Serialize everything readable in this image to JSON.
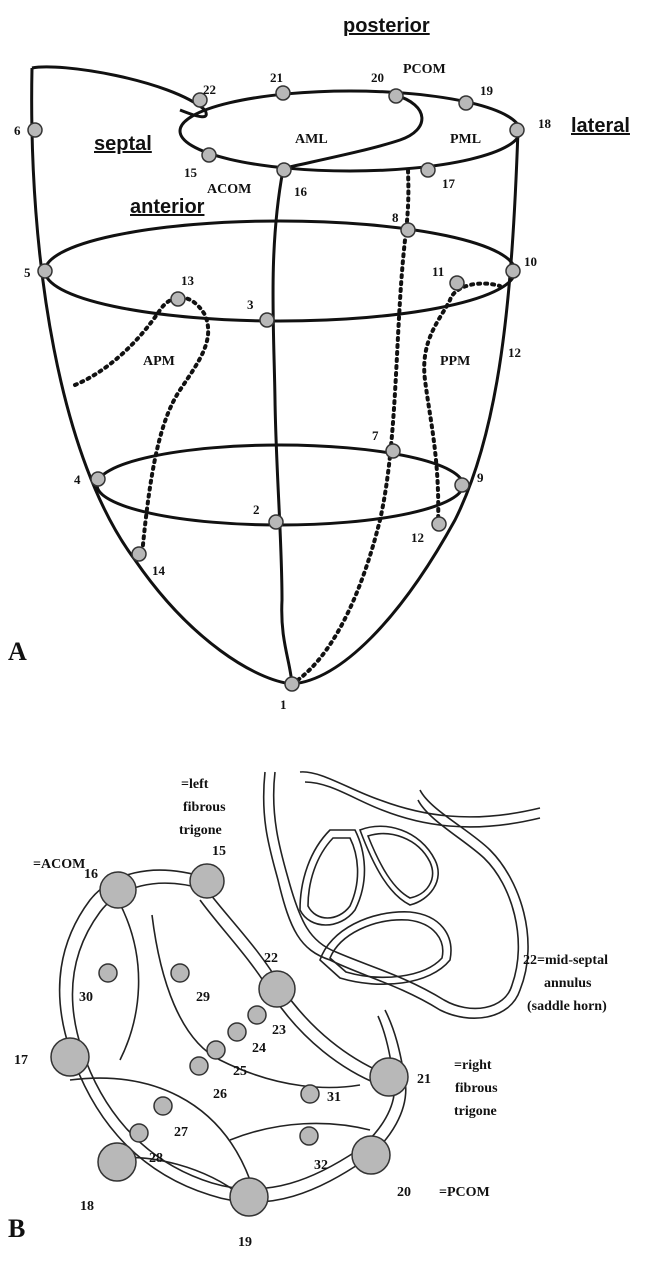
{
  "panel_a": {
    "panel_label": "A",
    "directions": {
      "posterior": "posterior",
      "lateral": "lateral",
      "septal": "septal",
      "anterior": "anterior"
    },
    "structures": {
      "aml": "AML",
      "pml": "PML",
      "pcom": "PCOM",
      "acom": "ACOM",
      "apm": "APM",
      "ppm": "PPM"
    },
    "markers": [
      "1",
      "2",
      "3",
      "4",
      "5",
      "6",
      "7",
      "8",
      "9",
      "10",
      "11",
      "12",
      "13",
      "14",
      "15",
      "16",
      "17",
      "18",
      "19",
      "20",
      "21",
      "22"
    ],
    "extra_label_12": "12"
  },
  "panel_b": {
    "panel_label": "B",
    "notes": {
      "left_trigone": [
        "=left",
        "fibrous",
        "trigone"
      ],
      "acom": "=ACOM",
      "mid_septal": [
        "22=mid-septal",
        "annulus",
        "(saddle horn)"
      ],
      "right_trigone": [
        "=right",
        "fibrous",
        "trigone"
      ],
      "pcom": "=PCOM"
    },
    "large_markers": [
      "15",
      "16",
      "17",
      "18",
      "19",
      "20",
      "21",
      "22"
    ],
    "small_markers": [
      "23",
      "24",
      "25",
      "26",
      "27",
      "28",
      "29",
      "30",
      "31",
      "32"
    ]
  }
}
